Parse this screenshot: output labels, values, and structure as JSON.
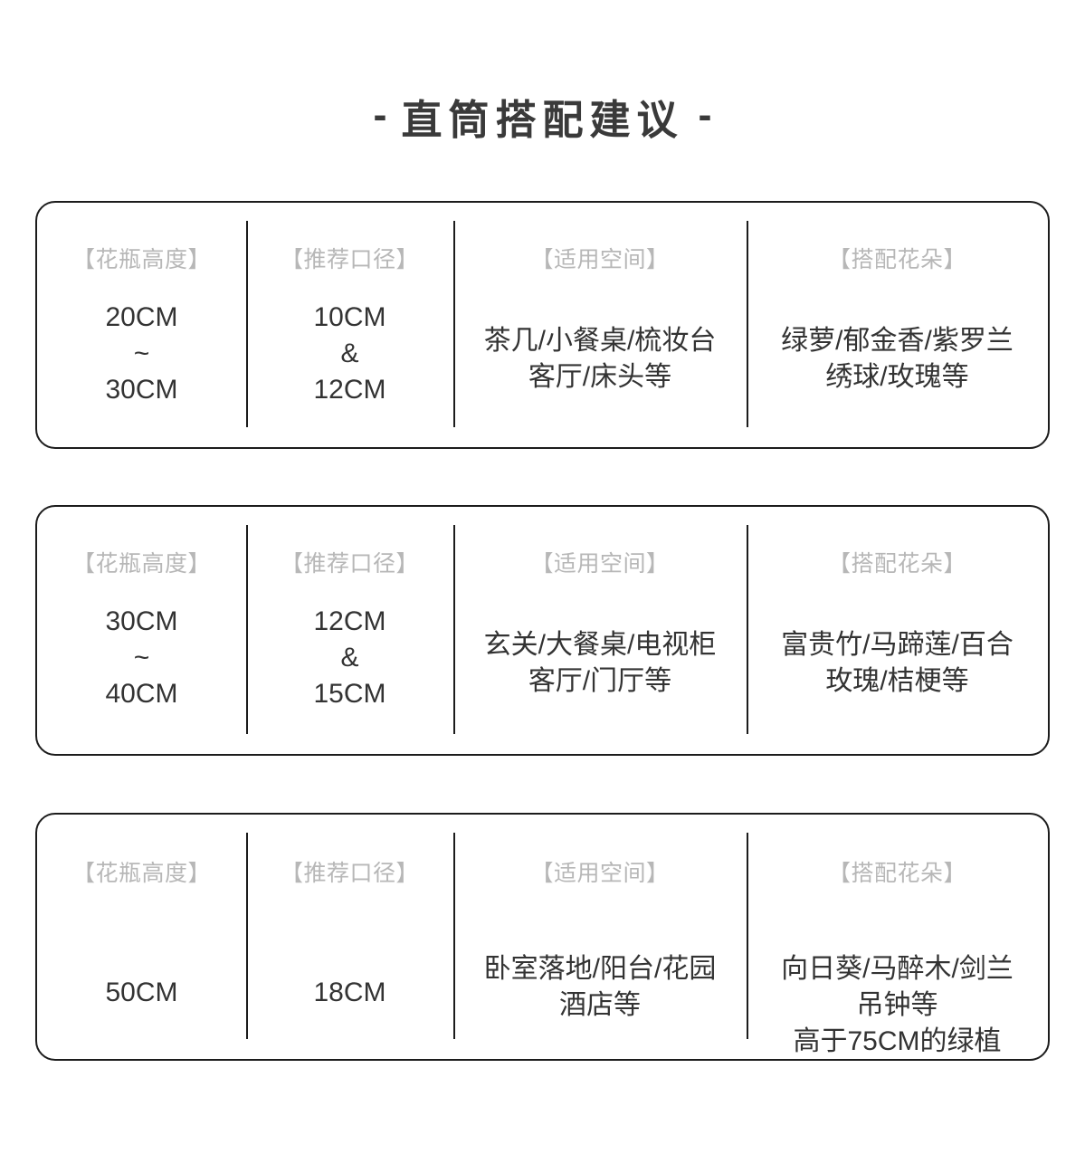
{
  "title": {
    "left_dash": "-",
    "text": "直筒搭配建议",
    "right_dash": "-"
  },
  "columns": {
    "height_label": "【花瓶高度】",
    "caliber_label": "【推荐口径】",
    "space_label": "【适用空间】",
    "flower_label": "【搭配花朵】"
  },
  "colors": {
    "text": "#333333",
    "label": "#b7b7b7",
    "border": "#1c1c1c",
    "background": "#ffffff"
  },
  "cards": [
    {
      "height": {
        "line1": "20CM",
        "line2": "~",
        "line3": "30CM"
      },
      "caliber": {
        "line1": "10CM",
        "line2": "&",
        "line3": "12CM"
      },
      "space": {
        "line1": "茶几/小餐桌/梳妆台",
        "line2": "客厅/床头等",
        "line3": ""
      },
      "flower": {
        "line1": "绿萝/郁金香/紫罗兰",
        "line2": "绣球/玫瑰等",
        "line3": ""
      }
    },
    {
      "height": {
        "line1": "30CM",
        "line2": "~",
        "line3": "40CM"
      },
      "caliber": {
        "line1": "12CM",
        "line2": "&",
        "line3": "15CM"
      },
      "space": {
        "line1": "玄关/大餐桌/电视柜",
        "line2": "客厅/门厅等",
        "line3": ""
      },
      "flower": {
        "line1": "富贵竹/马蹄莲/百合",
        "line2": "玫瑰/桔梗等",
        "line3": ""
      }
    },
    {
      "height": {
        "line1": "50CM",
        "line2": "",
        "line3": ""
      },
      "caliber": {
        "line1": "18CM",
        "line2": "",
        "line3": ""
      },
      "space": {
        "line1": "卧室落地/阳台/花园",
        "line2": "酒店等",
        "line3": ""
      },
      "flower": {
        "line1": "向日葵/马醉木/剑兰",
        "line2": "吊钟等",
        "line3": "高于75CM的绿植"
      }
    }
  ]
}
